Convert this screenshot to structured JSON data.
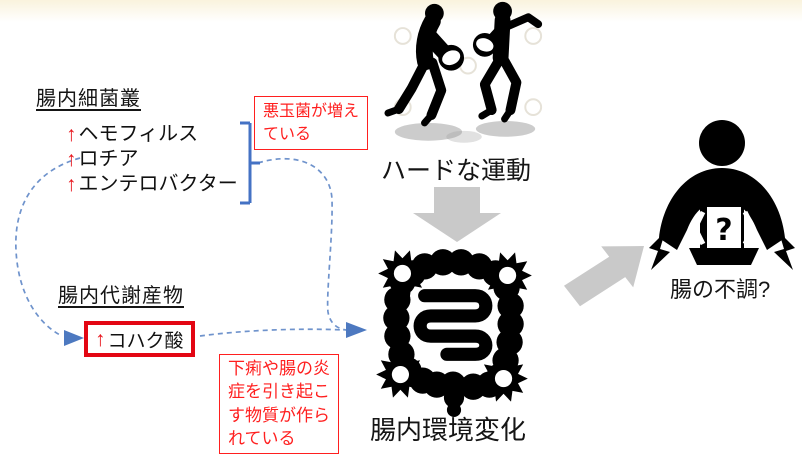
{
  "bacteria": {
    "heading": "腸内細菌叢",
    "items": [
      {
        "trend": "↑",
        "name": "ヘモフィルス"
      },
      {
        "trend": "↑",
        "name": "ロチア"
      },
      {
        "trend": "↑",
        "name": "エンテロバクター"
      }
    ],
    "callout": {
      "text": "悪玉菌が増えている",
      "lines": [
        "悪玉菌が増え",
        "ている"
      ]
    }
  },
  "metabolites": {
    "heading": "腸内代謝産物",
    "item": {
      "trend": "↑",
      "name": "コハク酸"
    },
    "callout": {
      "text": "下痢や腸の炎症を引き起こす物質が作られている",
      "lines": [
        "下痢や腸の炎",
        "症を引き起こ",
        "す物質が作ら",
        "れている"
      ]
    }
  },
  "exercise": {
    "caption": "ハードな運動",
    "icon": "rugby-players-silhouette"
  },
  "gut": {
    "caption": "腸内環境変化",
    "icon": "intestine-with-germs"
  },
  "outcome": {
    "caption": "腸の不調?",
    "icon": "person-stomach-ache",
    "question_mark": "?"
  },
  "colors": {
    "callout_red": "#ff1f1f",
    "highlight_box_red": "#e30613",
    "connector_blue": "#4472c4",
    "dashed_line_blue": "#6f93cc",
    "block_arrow_gray": "#c9c9c9",
    "icon_black": "#000000"
  }
}
